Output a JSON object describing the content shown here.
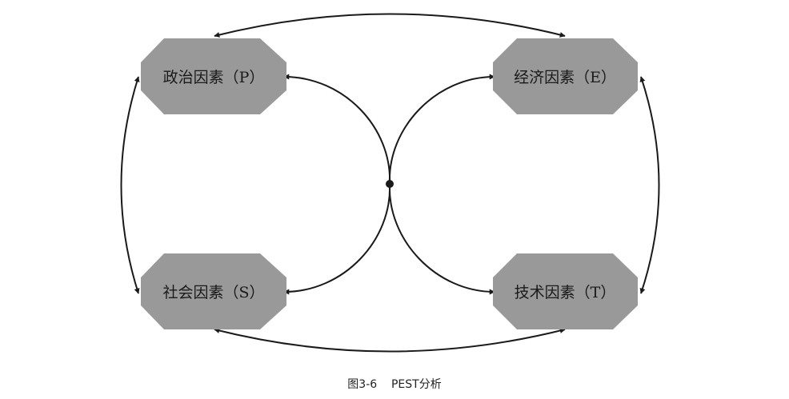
{
  "nodes": {
    "political": {
      "label": "政治因素（P）"
    },
    "economic": {
      "label": "经济因素（E）"
    },
    "social": {
      "label": "社会因素（S）"
    },
    "technological": {
      "label": "技术因素（T）"
    }
  },
  "caption": "图3-6    PEST分析",
  "colors": {
    "node_fill": "#999999",
    "line": "#1a1a1a",
    "text": "#1a1a1a"
  }
}
